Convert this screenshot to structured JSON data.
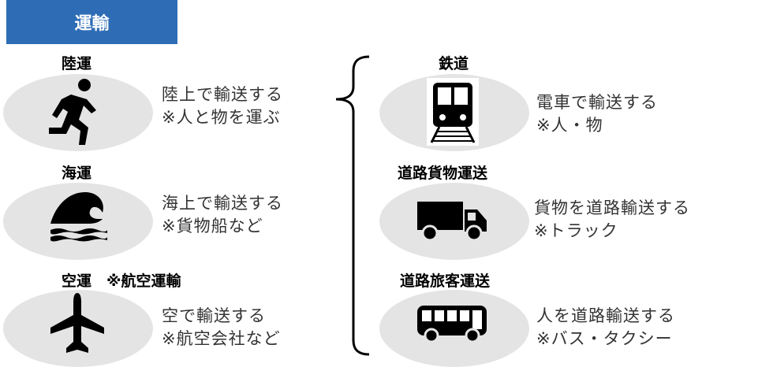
{
  "tab_title": "運輸",
  "left": [
    {
      "heading": "陸運",
      "desc1": "陸上で輸送する",
      "desc2": "※人と物を運ぶ",
      "icon": "running-person-icon"
    },
    {
      "heading": "海運",
      "desc1": "海上で輸送する",
      "desc2": "※貨物船など",
      "icon": "wave-icon"
    },
    {
      "heading": "空運　※航空運輸",
      "desc1": "空で輸送する",
      "desc2": "※航空会社など",
      "icon": "airplane-icon"
    }
  ],
  "right": [
    {
      "heading": "鉄道",
      "desc1": "電車で輸送する",
      "desc2": "※人・物",
      "icon": "train-icon"
    },
    {
      "heading": "道路貨物運送",
      "desc1": "貨物を道路輸送する",
      "desc2": "※トラック",
      "icon": "truck-icon"
    },
    {
      "heading": "道路旅客運送",
      "desc1": "人を道路輸送する",
      "desc2": "※バス・タクシー",
      "icon": "bus-icon"
    }
  ],
  "colors": {
    "tab": "#2e6db6",
    "ellipse": "#e4e4e4",
    "text": "#333333"
  }
}
